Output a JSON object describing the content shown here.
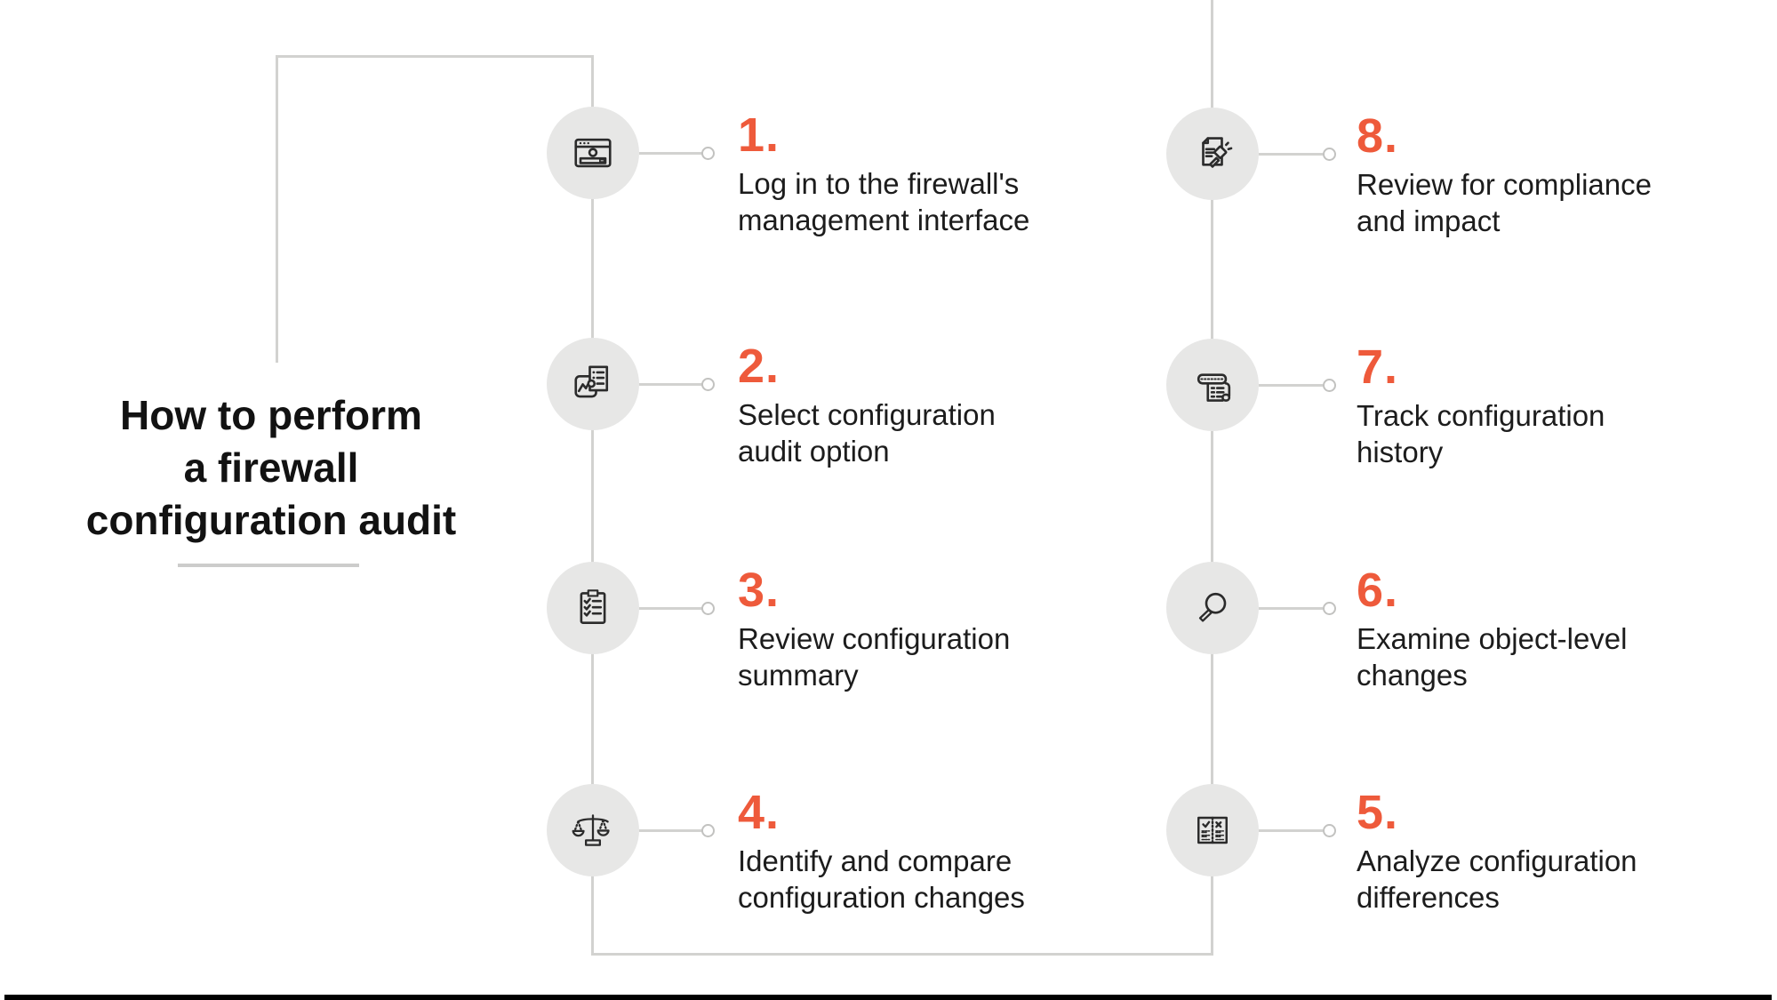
{
  "title": {
    "line1": "How to perform",
    "line2": "a firewall",
    "line3": "configuration audit"
  },
  "steps": [
    {
      "num": "1.",
      "line1": "Log in to the firewall's",
      "line2": "management interface",
      "icon": "login-window-icon"
    },
    {
      "num": "2.",
      "line1": "Select configuration",
      "line2": "audit option",
      "icon": "config-option-icon"
    },
    {
      "num": "3.",
      "line1": "Review configuration",
      "line2": "summary",
      "icon": "checklist-clipboard-icon"
    },
    {
      "num": "4.",
      "line1": "Identify and compare",
      "line2": "configuration changes",
      "icon": "balance-scale-icon"
    },
    {
      "num": "5.",
      "line1": "Analyze configuration",
      "line2": "differences",
      "icon": "diff-table-icon"
    },
    {
      "num": "6.",
      "line1": "Examine object-level",
      "line2": "changes",
      "icon": "magnifier-icon"
    },
    {
      "num": "7.",
      "line1": "Track configuration",
      "line2": "history",
      "icon": "scroll-history-icon"
    },
    {
      "num": "8.",
      "line1": "Review for compliance",
      "line2": "and impact",
      "icon": "compliance-gavel-icon"
    }
  ],
  "colors": {
    "accent": "#ee5a3b",
    "text": "#1c1c1c",
    "circle_fill": "#e7e7e6",
    "connector_line": "#d2d2d0",
    "footer_bar": "#000000"
  }
}
